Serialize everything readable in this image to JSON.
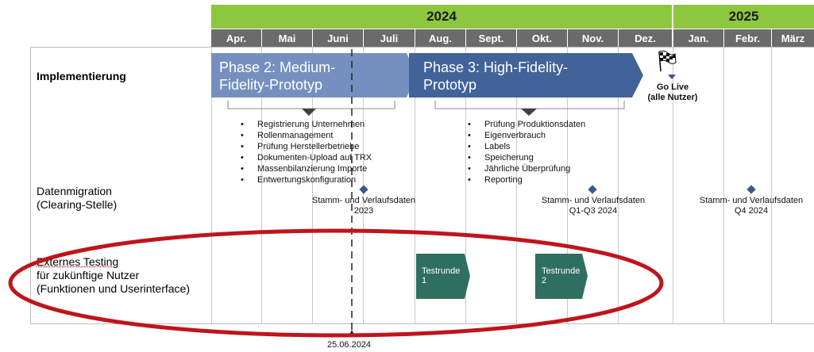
{
  "years": [
    "2024",
    "2025"
  ],
  "months": [
    "Apr.",
    "Mai",
    "Juni",
    "Juli",
    "Aug.",
    "Sept.",
    "Okt.",
    "Nov.",
    "Dez.",
    "Jan.",
    "Febr.",
    "März"
  ],
  "rows": {
    "implementation": "Implementierung",
    "migration_line1": "Datenmigration",
    "migration_line2": "(Clearing-Stelle)",
    "testing_line1": "Externes Testing",
    "testing_line2": "für zukünftige Nutzer",
    "testing_line3": "(Funktionen und Userinterface)"
  },
  "phase2": {
    "line1": "Phase 2: Medium-",
    "line2": "Fidelity-Prototyp",
    "items": [
      "Registrierung Unternehmen",
      "Rollenmanagement",
      "Prüfung Herstellerbetriebe",
      "Dokumenten-Upload auf TRX",
      "Massenbilanzierung Importe",
      "Entwertungskonfiguration"
    ]
  },
  "phase3": {
    "line1": "Phase 3: High-Fidelity-",
    "line2": "Prototyp",
    "items": [
      "Prüfung Produktionsdaten",
      "Eigenverbrauch",
      "Labels",
      "Speicherung",
      "Jährliche Überprüfung",
      "Reporting"
    ]
  },
  "golive": {
    "line1": "Go Live",
    "line2": "(alle Nutzer)",
    "icon": "checkered-flag-icon"
  },
  "migrations": [
    {
      "line1": "Stamm- und Verlaufsdaten",
      "line2": "2023"
    },
    {
      "line1": "Stamm- und Verlaufsdaten",
      "line2": "Q1-Q3 2024"
    },
    {
      "line1": "Stamm- und Verlaufsdaten",
      "line2": "Q4 2024"
    }
  ],
  "tests": [
    {
      "line1": "Testrunde",
      "line2": "1"
    },
    {
      "line1": "Testrunde",
      "line2": "2"
    }
  ],
  "today": "25.06.2024",
  "colors": {
    "year_bar": "#8dc63f",
    "month_bar": "#6b6b6b",
    "phase2": "#7590c0",
    "phase3": "#42639a",
    "diamond": "#3c5a86",
    "test_box": "#2f6f62",
    "highlight_ellipse": "#c0141b"
  }
}
